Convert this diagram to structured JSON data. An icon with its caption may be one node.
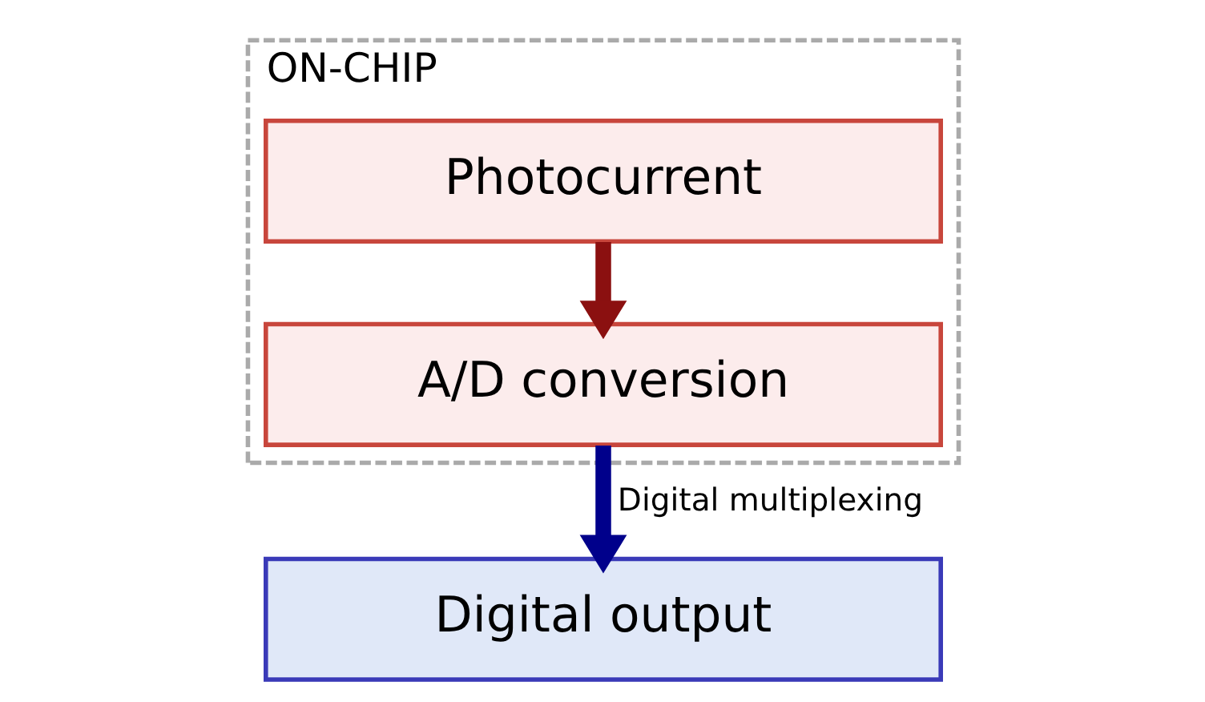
{
  "diagram": {
    "nodes": [
      {
        "text": [
          "ON-CHIP"
        ]
      },
      {
        "text": [
          "Photocurrent"
        ],
        "in": 0
      },
      {
        "text": [
          "A/D conversion"
        ],
        "in": 0
      },
      {
        "text": [
          "Digital output"
        ]
      }
    ],
    "edges": [
      {
        "from": 1,
        "to": 2,
        "arrow": "to",
        "color": "#8b1010"
      },
      {
        "from": 2,
        "to": 3,
        "arrow": "to",
        "label": "Digital multiplexing",
        "color": "#00008b"
      }
    ]
  }
}
